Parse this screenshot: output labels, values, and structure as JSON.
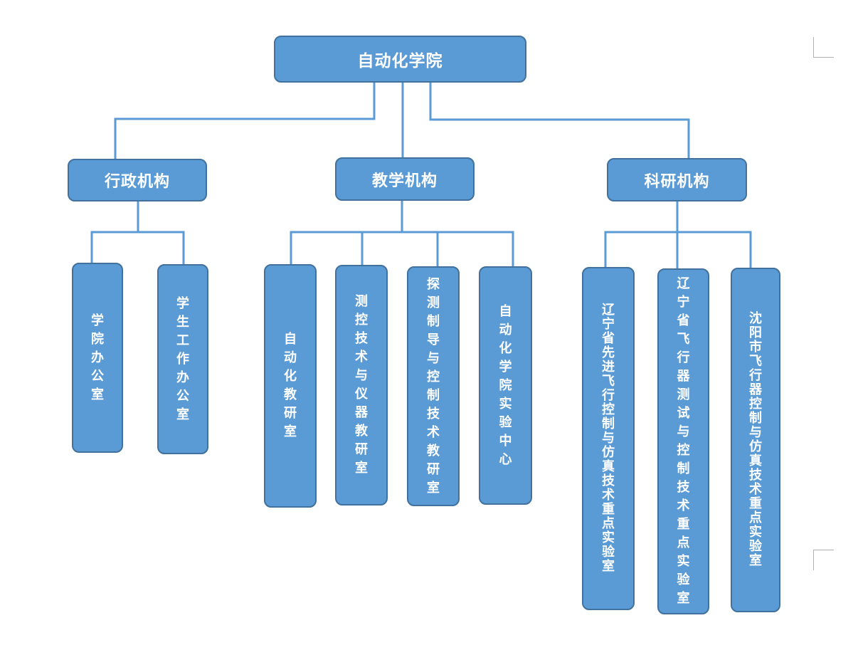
{
  "root": {
    "label": "自动化学院"
  },
  "departments": [
    {
      "label": "行政机构",
      "children": [
        "学院办公室",
        "学生工作办公室"
      ]
    },
    {
      "label": "教学机构",
      "children": [
        "自动化教研室",
        "测控技术与仪器教研室",
        "探测制导与控制技术教研室",
        "自动化学院实验中心"
      ]
    },
    {
      "label": "科研机构",
      "children": [
        "辽宁省先进飞行控制与仿真技术重点实验室",
        "辽宁省飞行器测试与控制技术重点实验室",
        "沈阳市飞行器控制与仿真技术重点实验室"
      ]
    }
  ],
  "colors": {
    "box_fill": "#5b9bd5",
    "box_border": "#41719c",
    "connector": "#5b9bd5",
    "text": "#ffffff"
  }
}
